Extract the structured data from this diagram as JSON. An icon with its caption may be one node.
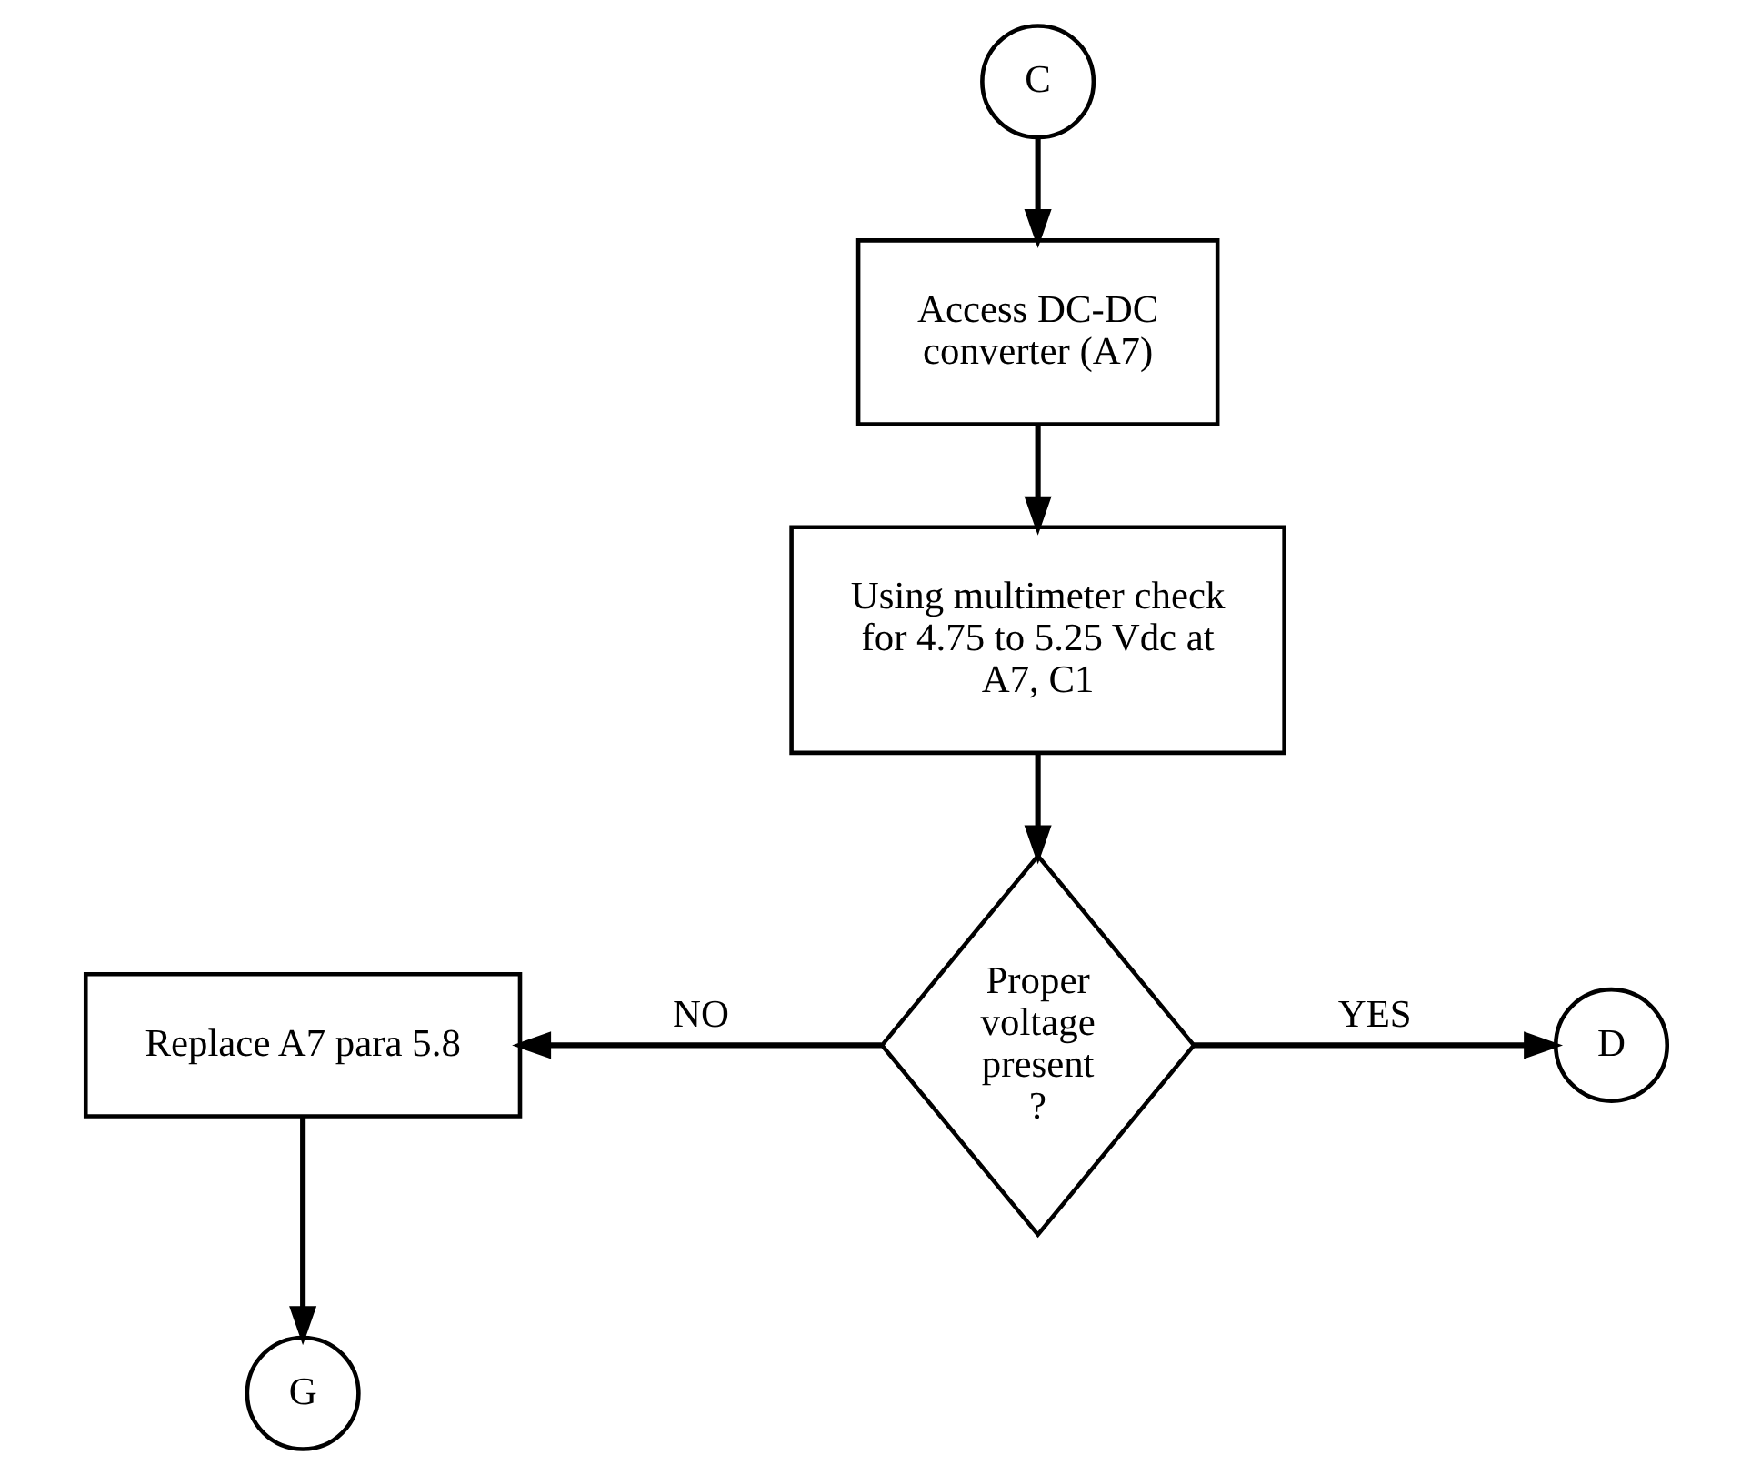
{
  "diagram": {
    "nodes": [
      {
        "text": [
          "C"
        ]
      },
      {
        "text": [
          "Access DC-DC converter (A7)"
        ]
      },
      {
        "text": [
          "Using multimeter check for 4.75 to 5.25 Vdc at A7, C1"
        ]
      },
      {
        "text": [
          "Proper voltage present ?"
        ]
      },
      {
        "text": [
          "Replace A7 para 5.8"
        ]
      },
      {
        "text": [
          "D"
        ]
      },
      {
        "text": [
          "G"
        ]
      }
    ],
    "edges": [
      {
        "from": 0,
        "to": 1,
        "arrow": "to"
      },
      {
        "from": 1,
        "to": 2,
        "arrow": "to"
      },
      {
        "from": 2,
        "to": 3,
        "arrow": "to"
      },
      {
        "from": 3,
        "to": 4,
        "arrow": "to",
        "label": "NO"
      },
      {
        "from": 3,
        "to": 5,
        "arrow": "to",
        "label": "YES"
      },
      {
        "from": 4,
        "to": 6,
        "arrow": "to"
      }
    ]
  }
}
